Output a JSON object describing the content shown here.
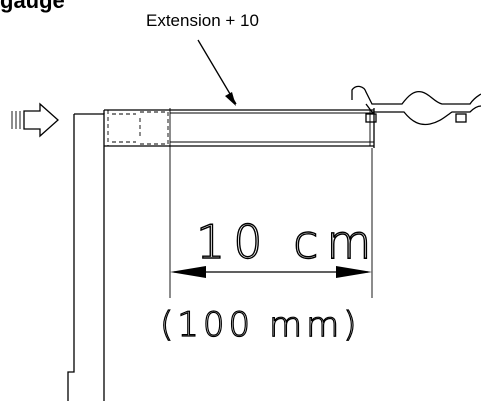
{
  "diagram": {
    "title": "gauge",
    "callout_label": "Extension + 10",
    "dimension_primary": "10 cm",
    "dimension_secondary": "(100 mm)"
  },
  "icons": {
    "insert_direction": "arrow-right-icon"
  }
}
